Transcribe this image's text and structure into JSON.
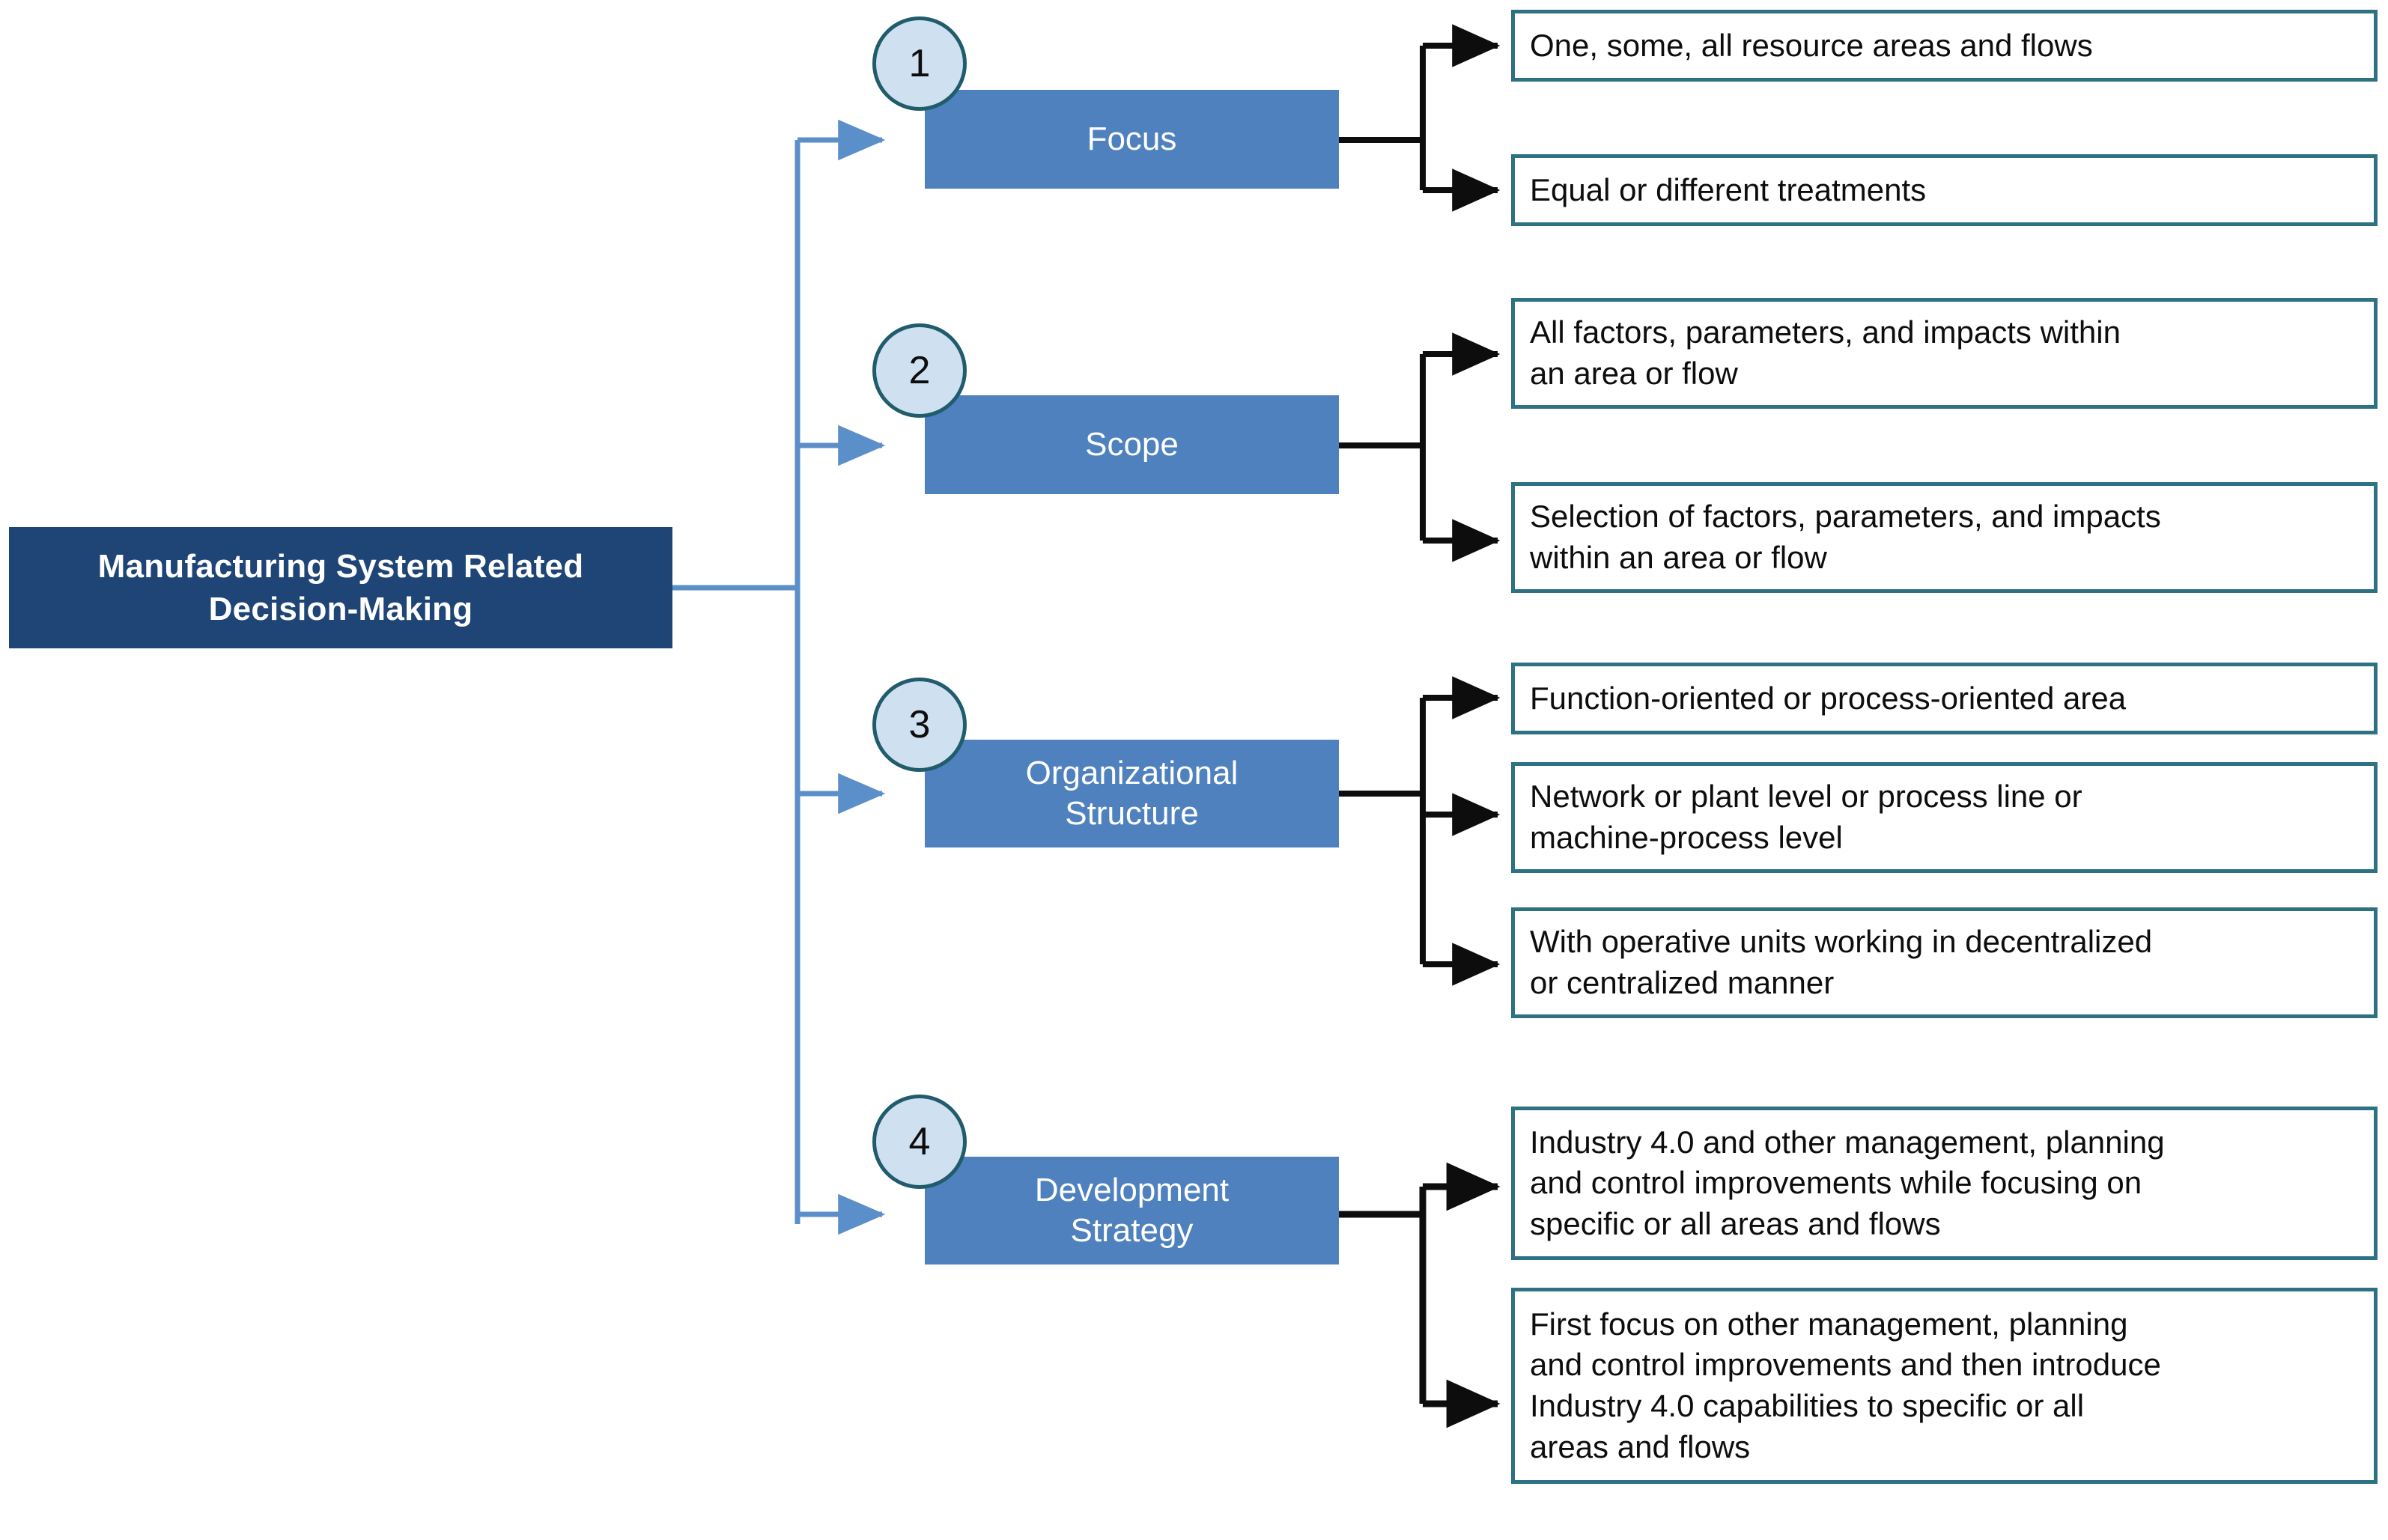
{
  "diagram": {
    "root": {
      "label": "Manufacturing System Related Decision-Making",
      "line1": "Manufacturing System Related",
      "line2": "Decision-Making",
      "fill": "#1f4576",
      "text_color": "#ffffff"
    },
    "style": {
      "category_fill": "#4e81bd",
      "category_text": "#ffffff",
      "leaf_border": "#2e7183",
      "leaf_fill": "#ffffff",
      "leaf_text": "#0d0d0d",
      "circle_fill": "#cfe0f0",
      "circle_border": "#215c6c",
      "blue_connector": "#5b8fc9",
      "black_connector": "#0d0d0d"
    },
    "categories": [
      {
        "number": "1",
        "label": "Focus",
        "label_lines": [
          "Focus"
        ],
        "leaves": [
          {
            "text": "One, some, all resource areas and flows",
            "lines": [
              "One, some, all resource areas and flows"
            ]
          },
          {
            "text": "Equal or different treatments",
            "lines": [
              "Equal or different treatments"
            ]
          }
        ]
      },
      {
        "number": "2",
        "label": "Scope",
        "label_lines": [
          "Scope"
        ],
        "leaves": [
          {
            "text": "All factors, parameters, and impacts within an area or flow",
            "lines": [
              "All factors, parameters, and impacts within",
              "an area or flow"
            ]
          },
          {
            "text": "Selection of factors, parameters, and impacts within an area or flow",
            "lines": [
              "Selection of factors, parameters, and impacts",
              "within an area or flow"
            ]
          }
        ]
      },
      {
        "number": "3",
        "label": "Organizational Structure",
        "label_lines": [
          "Organizational",
          "Structure"
        ],
        "leaves": [
          {
            "text": "Function-oriented or process-oriented area",
            "lines": [
              "Function-oriented  or process-oriented area"
            ]
          },
          {
            "text": "Network or plant level or process line or machine-process level",
            "lines": [
              "Network or plant level or process line or",
              "machine-process level"
            ]
          },
          {
            "text": "With operative units working in decentralized or centralized manner",
            "lines": [
              "With operative units working in decentralized",
              "or centralized manner"
            ]
          }
        ]
      },
      {
        "number": "4",
        "label": "Development Strategy",
        "label_lines": [
          "Development",
          "Strategy"
        ],
        "leaves": [
          {
            "text": "Industry 4.0 and other management, planning and control improvements while focusing on specific or all areas and flows",
            "lines": [
              "Industry 4.0 and other management, planning",
              "and control improvements while  focusing on",
              "specific or all areas and flows"
            ]
          },
          {
            "text": "First focus on other management, planning and control improvements and then introduce Industry 4.0 capabilities to specific or all areas and flows",
            "lines": [
              "First focus on other management, planning",
              "and control improvements and then introduce",
              "Industry 4.0 capabilities to specific or all",
              "areas and flows"
            ]
          }
        ]
      }
    ]
  }
}
